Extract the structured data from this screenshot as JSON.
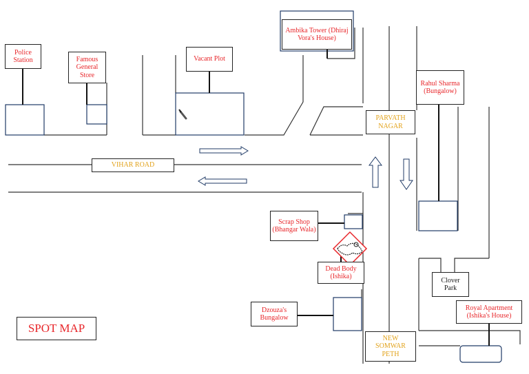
{
  "map": {
    "title": "SPOT MAP",
    "labels": {
      "police_station": "Police Station",
      "famous_store": "Famous General Store",
      "vacant_plot": "Vacant Plot",
      "ambika_tower": "Ambika Tower (Dhiraj Vora's House)",
      "rahul_sharma": "Rahul Sharma (Bungalow)",
      "parvath_nagar": "PARVATH NAGAR",
      "vihar_road": "VIHAR ROAD",
      "scrap_shop": "Scrap Shop (Bhangar Wala)",
      "dead_body": "Dead Body (Ishika)",
      "dzouza": "Dzouza's Bungalow",
      "clover_park": "Clover Park",
      "royal_apartment": "Royal Apartment (Ishika's House)",
      "new_somwar_peth": "NEW SOMWAR PETH"
    },
    "colors": {
      "place_label": "#e8262a",
      "locality_label": "#e2a21a",
      "road_line": "#333333",
      "building_outline": "#1f3a66",
      "marker": "#e8262a"
    },
    "icons": {
      "weapon": "knife-icon",
      "body": "dead-body-icon",
      "traffic_direction": "arrow-icon"
    }
  }
}
